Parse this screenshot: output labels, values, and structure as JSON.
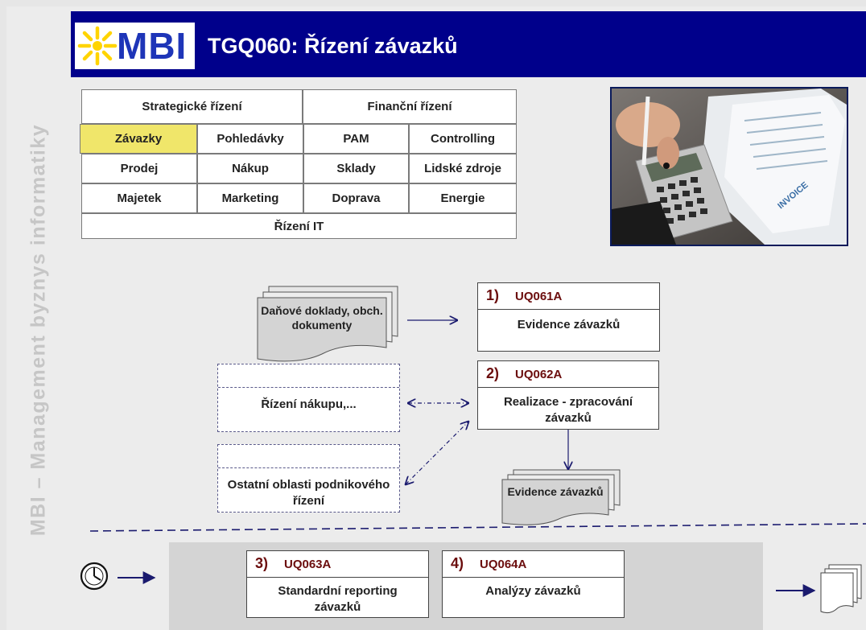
{
  "sidebar": {
    "text": "MBI – Management byznys informatiky"
  },
  "header": {
    "logo_text": "MBI",
    "title": "TGQ060: Řízení závazků"
  },
  "matrix": {
    "strategic": "Strategické řízení",
    "financial": "Finanční řízení",
    "rows": [
      [
        "Závazky",
        "Pohledávky",
        "PAM",
        "Controlling"
      ],
      [
        "Prodej",
        "Nákup",
        "Sklady",
        "Lidské zdroje"
      ],
      [
        "Majetek",
        "Marketing",
        "Doprava",
        "Energie"
      ]
    ],
    "it": "Řízení IT",
    "highlight_color": "#f0e66a"
  },
  "photo": {
    "invoice_text": "INVOICE"
  },
  "diagram": {
    "docs_input": "Daňové doklady, obch. dokumenty",
    "box1": {
      "num": "1)",
      "code": "UQ061A",
      "text": "Evidence závazků"
    },
    "box2": {
      "num": "2)",
      "code": "UQ062A",
      "text": "Realizace  - zpracování závazků"
    },
    "purchasing": "Řízení nákupu,...",
    "other": "Ostatní oblasti podnikového řízení",
    "docs_output": "Evidence závazků"
  },
  "bottom": {
    "box3": {
      "num": "3)",
      "code": "UQ063A",
      "text": "Standardní reporting závazků"
    },
    "box4": {
      "num": "4)",
      "code": "UQ064A",
      "text": "Analýzy závazků"
    }
  },
  "colors": {
    "header": "#00008b",
    "code": "#6b0d0d",
    "arrow": "#1a1a6e"
  }
}
